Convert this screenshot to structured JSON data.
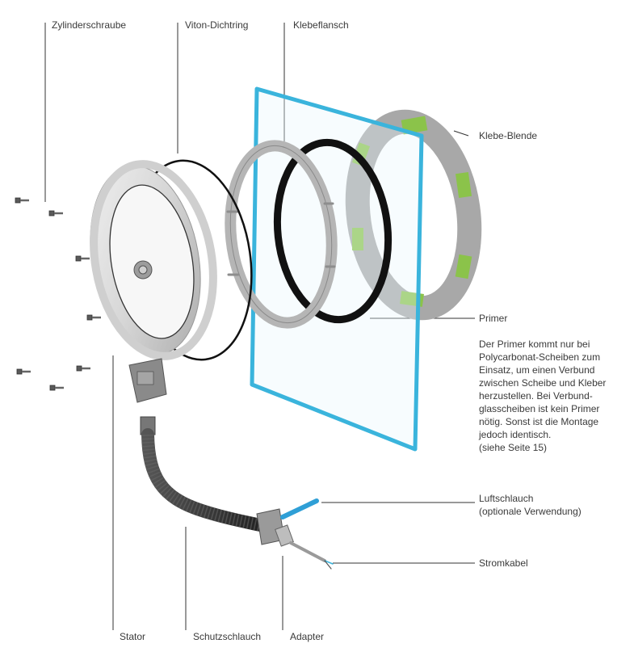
{
  "labels": {
    "zylinderschraube": "Zylinderschraube",
    "viton_dichtring": "Viton-Dichtring",
    "klebeflansch": "Klebeflansch",
    "klebe_blende": "Klebe-Blende",
    "primer": "Primer",
    "luftschlauch_1": "Luftschlauch",
    "luftschlauch_2": "(optionale Verwendung)",
    "stromkabel": "Stromkabel",
    "stator": "Stator",
    "schutzschlauch": "Schutzschlauch",
    "adapter": "Adapter"
  },
  "primer_description": [
    "Der Primer kommt nur bei",
    "Polycarbonat-Scheiben zum",
    "Einsatz, um einen Verbund",
    "zwischen Scheibe und Kleber",
    "herzustellen. Bei Verbund-",
    "glasscheiben ist kein Primer",
    "nötig. Sonst ist die Montage",
    "jedoch identisch.",
    "(siehe Seite 15)"
  ],
  "colors": {
    "glass_pane": "#3ab4dc",
    "adhesive_green": "#8bc34a",
    "ring_grey": "#b0b0b0",
    "seal_black": "#111111"
  }
}
